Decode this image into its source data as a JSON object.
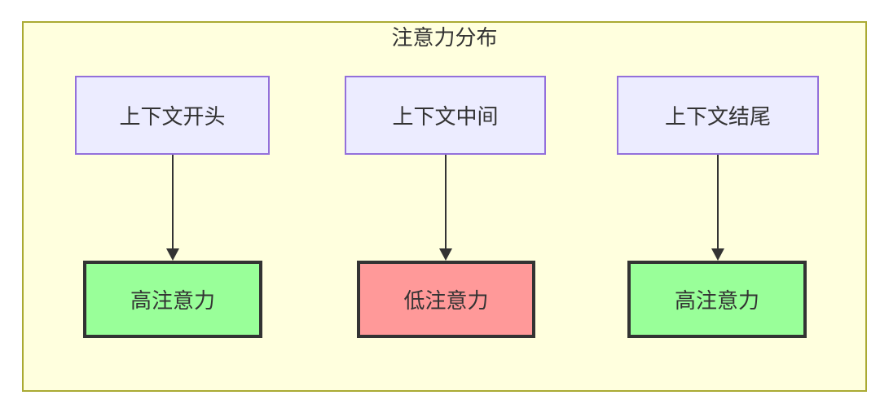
{
  "diagram": {
    "type": "flowchart",
    "cluster_title": "注意力分布",
    "top_nodes": [
      {
        "id": "ctx-start",
        "label": "上下文开头"
      },
      {
        "id": "ctx-middle",
        "label": "上下文中间"
      },
      {
        "id": "ctx-end",
        "label": "上下文结尾"
      }
    ],
    "bottom_nodes": [
      {
        "id": "result-1",
        "label": "高注意力",
        "level": "high"
      },
      {
        "id": "result-2",
        "label": "低注意力",
        "level": "low"
      },
      {
        "id": "result-3",
        "label": "高注意力",
        "level": "high"
      }
    ],
    "edges": [
      {
        "from": "ctx-start",
        "to": "result-1"
      },
      {
        "from": "ctx-middle",
        "to": "result-2"
      },
      {
        "from": "ctx-end",
        "to": "result-3"
      }
    ]
  },
  "colors": {
    "cluster-bg": "#FFFFDE",
    "cluster-border": "#AAAA33",
    "node-bg": "#ECECFF",
    "node-border": "#9370DB",
    "high-bg": "#99FF99",
    "low-bg": "#FF9999",
    "result-border": "#333333",
    "arrow": "#333333",
    "text": "#333333"
  }
}
